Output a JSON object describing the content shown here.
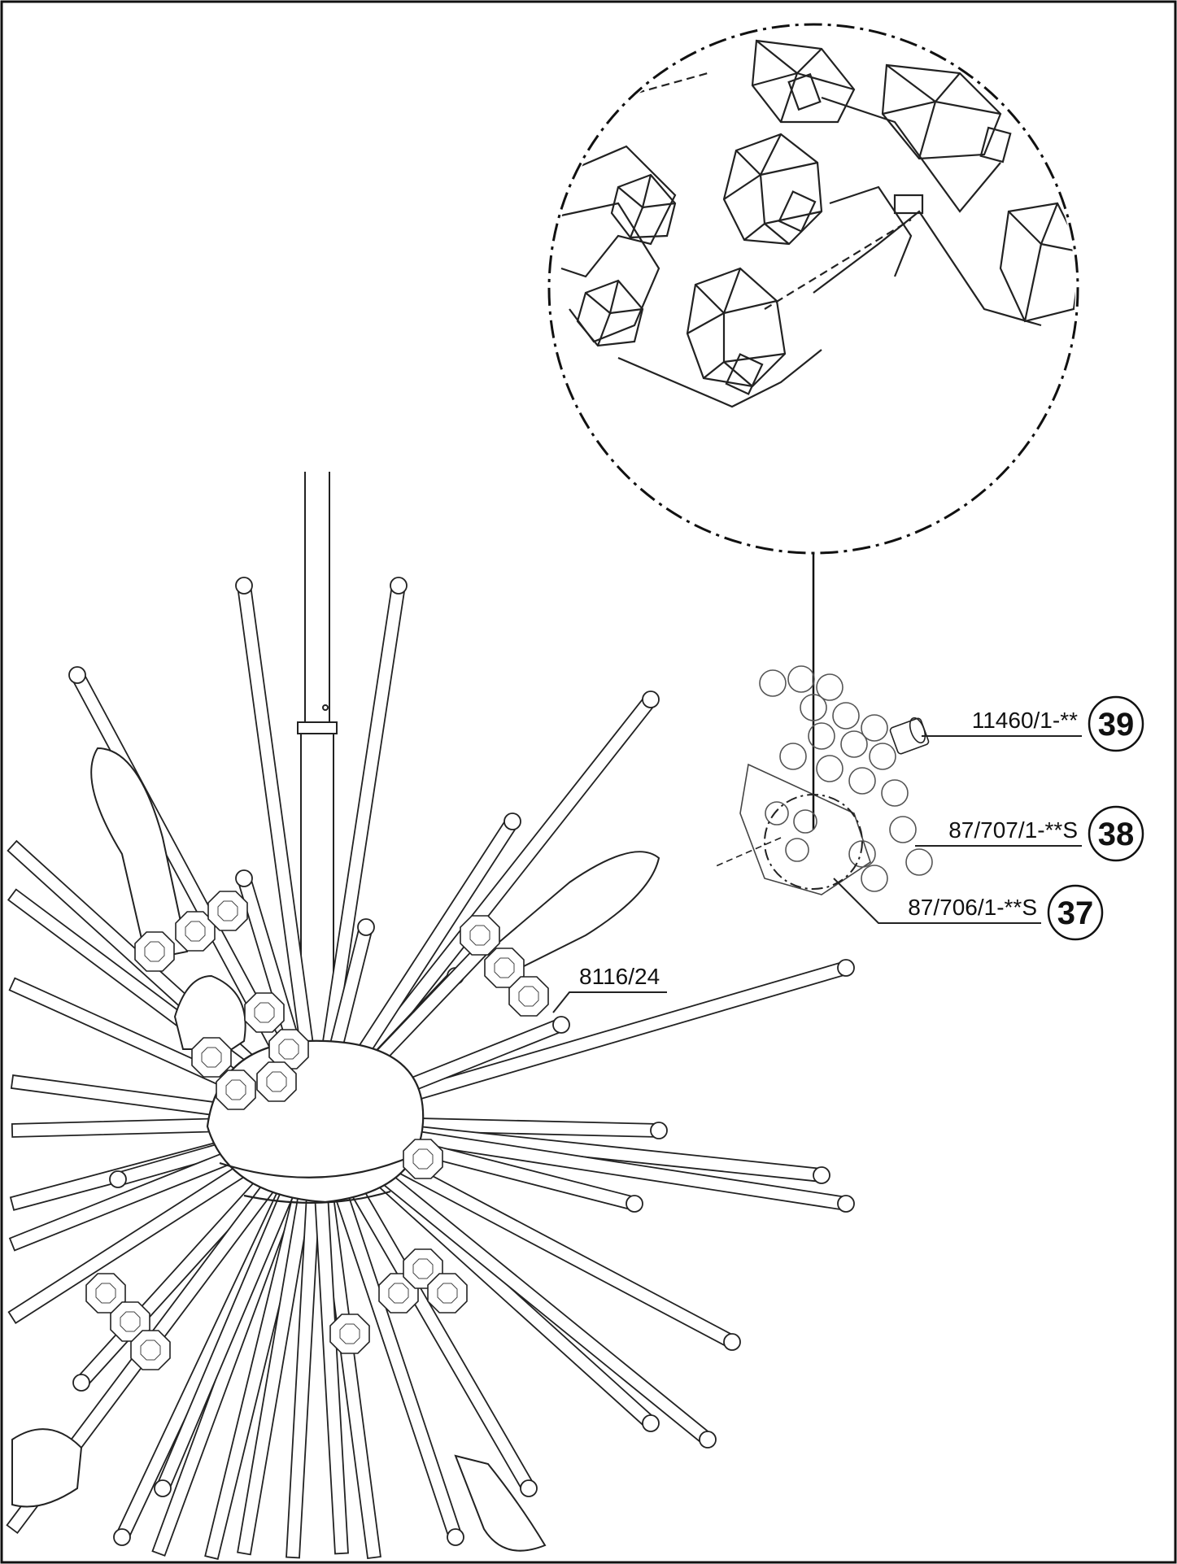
{
  "diagram": {
    "callouts": [
      {
        "number": "39",
        "part": "11460/1-**"
      },
      {
        "number": "38",
        "part": "87/707/1-**S"
      },
      {
        "number": "37",
        "part": "87/706/1-**S"
      }
    ],
    "part_label_extra": "8116/24"
  }
}
